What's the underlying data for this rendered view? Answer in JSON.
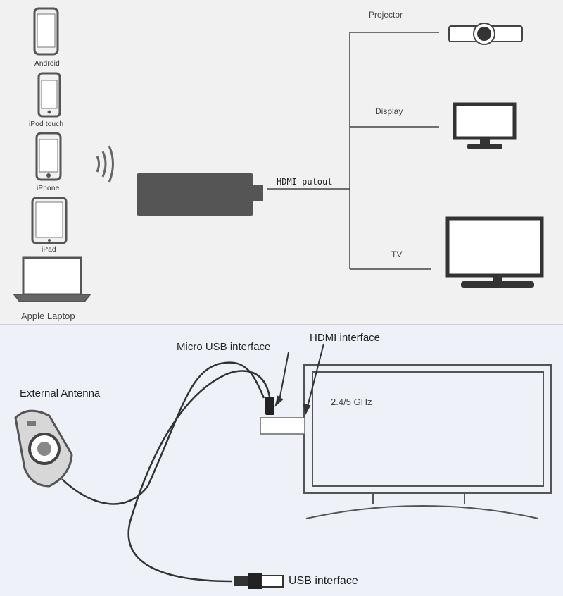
{
  "source_devices": [
    {
      "label": "Android",
      "icon": "android-phone-icon"
    },
    {
      "label": "iPod touch",
      "icon": "ipod-touch-icon"
    },
    {
      "label": "iPhone",
      "icon": "iphone-icon"
    },
    {
      "label": "iPad",
      "icon": "ipad-icon"
    },
    {
      "label": "Apple Laptop",
      "icon": "laptop-icon"
    }
  ],
  "dongle_output_label": "HDMI putout",
  "output_devices": [
    {
      "label": "Projector",
      "icon": "projector-icon"
    },
    {
      "label": "Display",
      "icon": "monitor-icon"
    },
    {
      "label": "TV",
      "icon": "tv-icon"
    }
  ],
  "connection": {
    "external_antenna": "External Antenna",
    "micro_usb": "Micro USB interface",
    "hdmi": "HDMI interface",
    "frequency": "2.4/5 GHz",
    "usb": "USB interface"
  },
  "colors": {
    "top_background": "#f1f1f1",
    "bottom_background": "#eef2f8",
    "device_fill": "#555555",
    "line": "#444444"
  }
}
